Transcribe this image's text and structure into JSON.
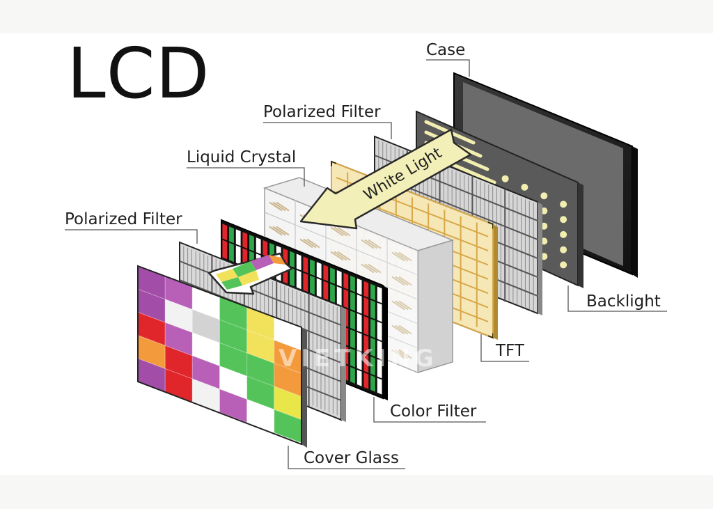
{
  "title": "LCD",
  "arrow_text": "White Light",
  "watermark": "VIETKING",
  "labels": {
    "case": "Case",
    "polarized_filter_back": "Polarized Filter",
    "liquid_crystal": "Liquid Crystal",
    "polarized_filter_front": "Polarized Filter",
    "backlight": "Backlight",
    "tft": "TFT",
    "color_filter": "Color Filter",
    "cover_glass": "Cover Glass"
  },
  "colors": {
    "case_frame": "#2b2b2b",
    "backlight_panel": "#5e5e5e",
    "backlight_led": "#f2eeb0",
    "tft_gold": "#e3b85a",
    "arrow_fill": "#f2f0b8",
    "filter_red": "#e0262b",
    "filter_green": "#2fa64a"
  },
  "cover_glass_grid": [
    [
      "#a24ea8",
      "#b85fb8",
      "#ffffff",
      "#54c35a",
      "#f2e15a",
      "#ffffff"
    ],
    [
      "#a24ea8",
      "#f2f2f2",
      "#d3d3d3",
      "#54c35a",
      "#f2e15a",
      "#f39a3c"
    ],
    [
      "#e0262b",
      "#b85fb8",
      "#ffffff",
      "#54c35a",
      "#54c35a",
      "#f39a3c"
    ],
    [
      "#f39a3c",
      "#e0262b",
      "#b85fb8",
      "#ffffff",
      "#54c35a",
      "#e9e64a"
    ],
    [
      "#a24ea8",
      "#e0262b",
      "#f2f2f2",
      "#b85fb8",
      "#ffffff",
      "#54c35a"
    ]
  ]
}
